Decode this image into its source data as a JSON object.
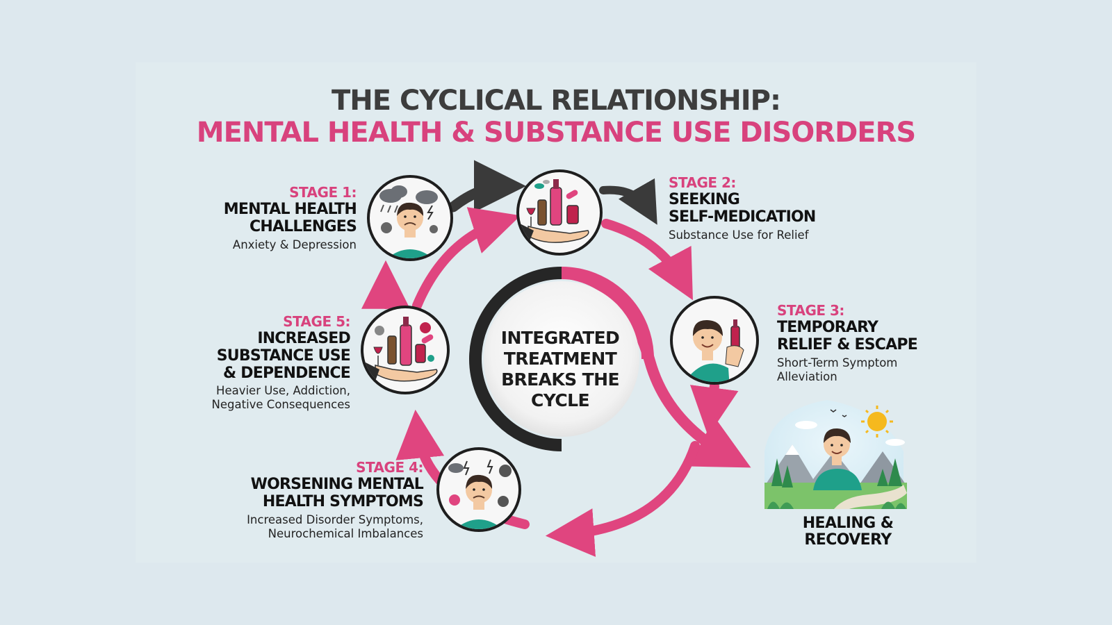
{
  "title": {
    "line1": "THE CYCLICAL RELATIONSHIP:",
    "line2": "MENTAL HEALTH & SUBSTANCE USE DISORDERS"
  },
  "stages": [
    {
      "label": "STAGE 1:",
      "heading": "MENTAL HEALTH\nCHALLENGES",
      "description": "Anxiety & Depression"
    },
    {
      "label": "STAGE 2:",
      "heading": "SEEKING\nSELF-MEDICATION",
      "description": "Substance Use for Relief"
    },
    {
      "label": "STAGE 3:",
      "heading": "TEMPORARY\nRELIEF & ESCAPE",
      "description": "Short-Term Symptom\nAlleviation"
    },
    {
      "label": "STAGE 4:",
      "heading": "WORSENING MENTAL\nHEALTH SYMPTOMS",
      "description": "Increased Disorder Symptoms,\nNeurochemical Imbalances"
    },
    {
      "label": "STAGE 5:",
      "heading": "INCREASED\nSUBSTANCE USE\n& DEPENDENCE",
      "description": "Heavier Use, Addiction,\nNegative Consequences"
    }
  ],
  "center": {
    "text": "INTEGRATED\nTREATMENT\nBREAKS THE\nCYCLE"
  },
  "recovery": {
    "text": "HEALING &\nRECOVERY"
  },
  "colors": {
    "background": "#dde8ee",
    "accent_pink": "#e0457f",
    "dark_arrow": "#3a3a3a",
    "title_dark": "#3d3d3d",
    "skin": "#f3c9a2",
    "shirt": "#1fa08a",
    "hair": "#3a2a22"
  },
  "icons": {
    "stage1": "stressed-person-rain-cloud-icon",
    "stage2": "hand-holding-bottles-pills-icon",
    "stage3": "smiling-person-holding-bottle-icon",
    "stage4": "distressed-person-storm-icon",
    "stage5": "hand-holding-many-substances-icon",
    "recovery": "person-in-nature-sun-icon"
  }
}
